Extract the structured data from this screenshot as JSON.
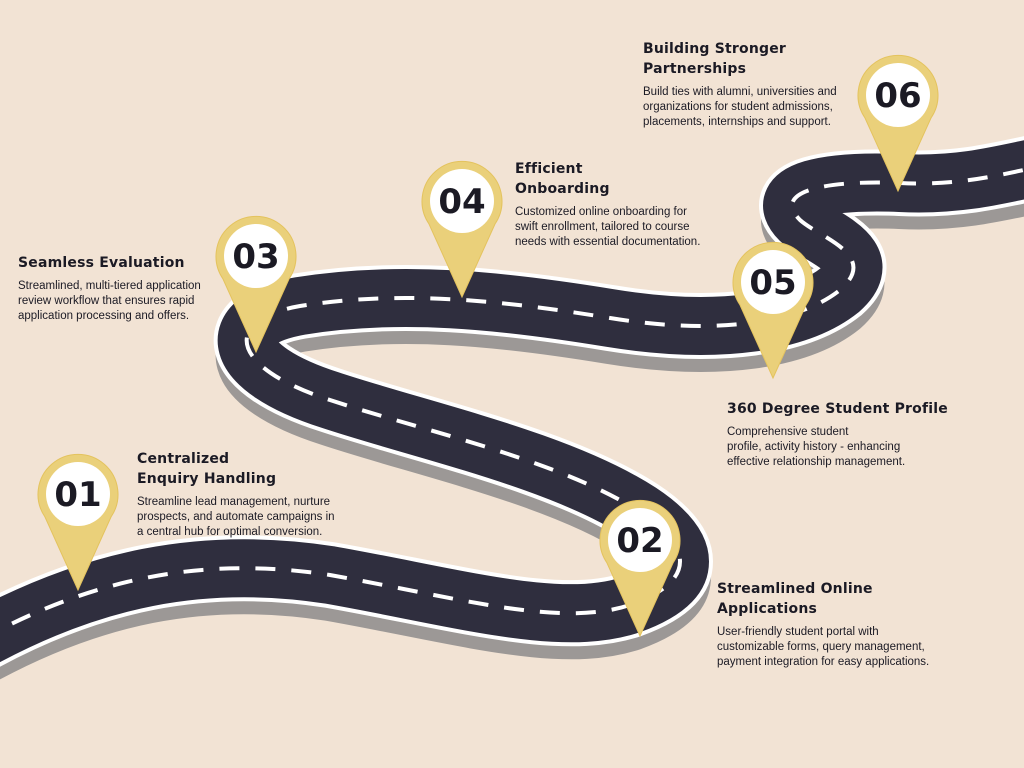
{
  "colors": {
    "background": "#f2e3d4",
    "road": "#2f2e3e",
    "road_shadow": "#9c9896",
    "road_edge": "#ffffff",
    "lane_marking": "#ffffff",
    "pin": "#ead07a",
    "pin_outline": "#e4c35e",
    "pin_face": "#ffffff",
    "text": "#1b1a24"
  },
  "steps": [
    {
      "number": "01",
      "title_lines": [
        "Centralized",
        "Enquiry Handling"
      ],
      "description_lines": [
        "Streamline lead management, nurture",
        "prospects, and automate campaigns in",
        "a central hub for optimal conversion."
      ]
    },
    {
      "number": "02",
      "title_lines": [
        "Streamlined Online",
        "Applications"
      ],
      "description_lines": [
        "User-friendly student portal with",
        "customizable forms, query management,",
        "payment integration for easy applications."
      ]
    },
    {
      "number": "03",
      "title_lines": [
        "Seamless Evaluation"
      ],
      "description_lines": [
        "Streamlined, multi-tiered application",
        "review workflow that ensures rapid",
        "application processing and offers."
      ]
    },
    {
      "number": "04",
      "title_lines": [
        "Efficient",
        "Onboarding"
      ],
      "description_lines": [
        "Customized online onboarding for",
        "swift enrollment, tailored to course",
        "needs with essential documentation."
      ]
    },
    {
      "number": "05",
      "title_lines": [
        "360 Degree Student Profile"
      ],
      "description_lines": [
        "Comprehensive student",
        "profile, activity history - enhancing",
        "effective relationship management."
      ]
    },
    {
      "number": "06",
      "title_lines": [
        "Building Stronger",
        "Partnerships"
      ],
      "description_lines": [
        "Build ties with alumni, universities and",
        "organizations for student admissions,",
        "placements, internships and support."
      ]
    }
  ]
}
